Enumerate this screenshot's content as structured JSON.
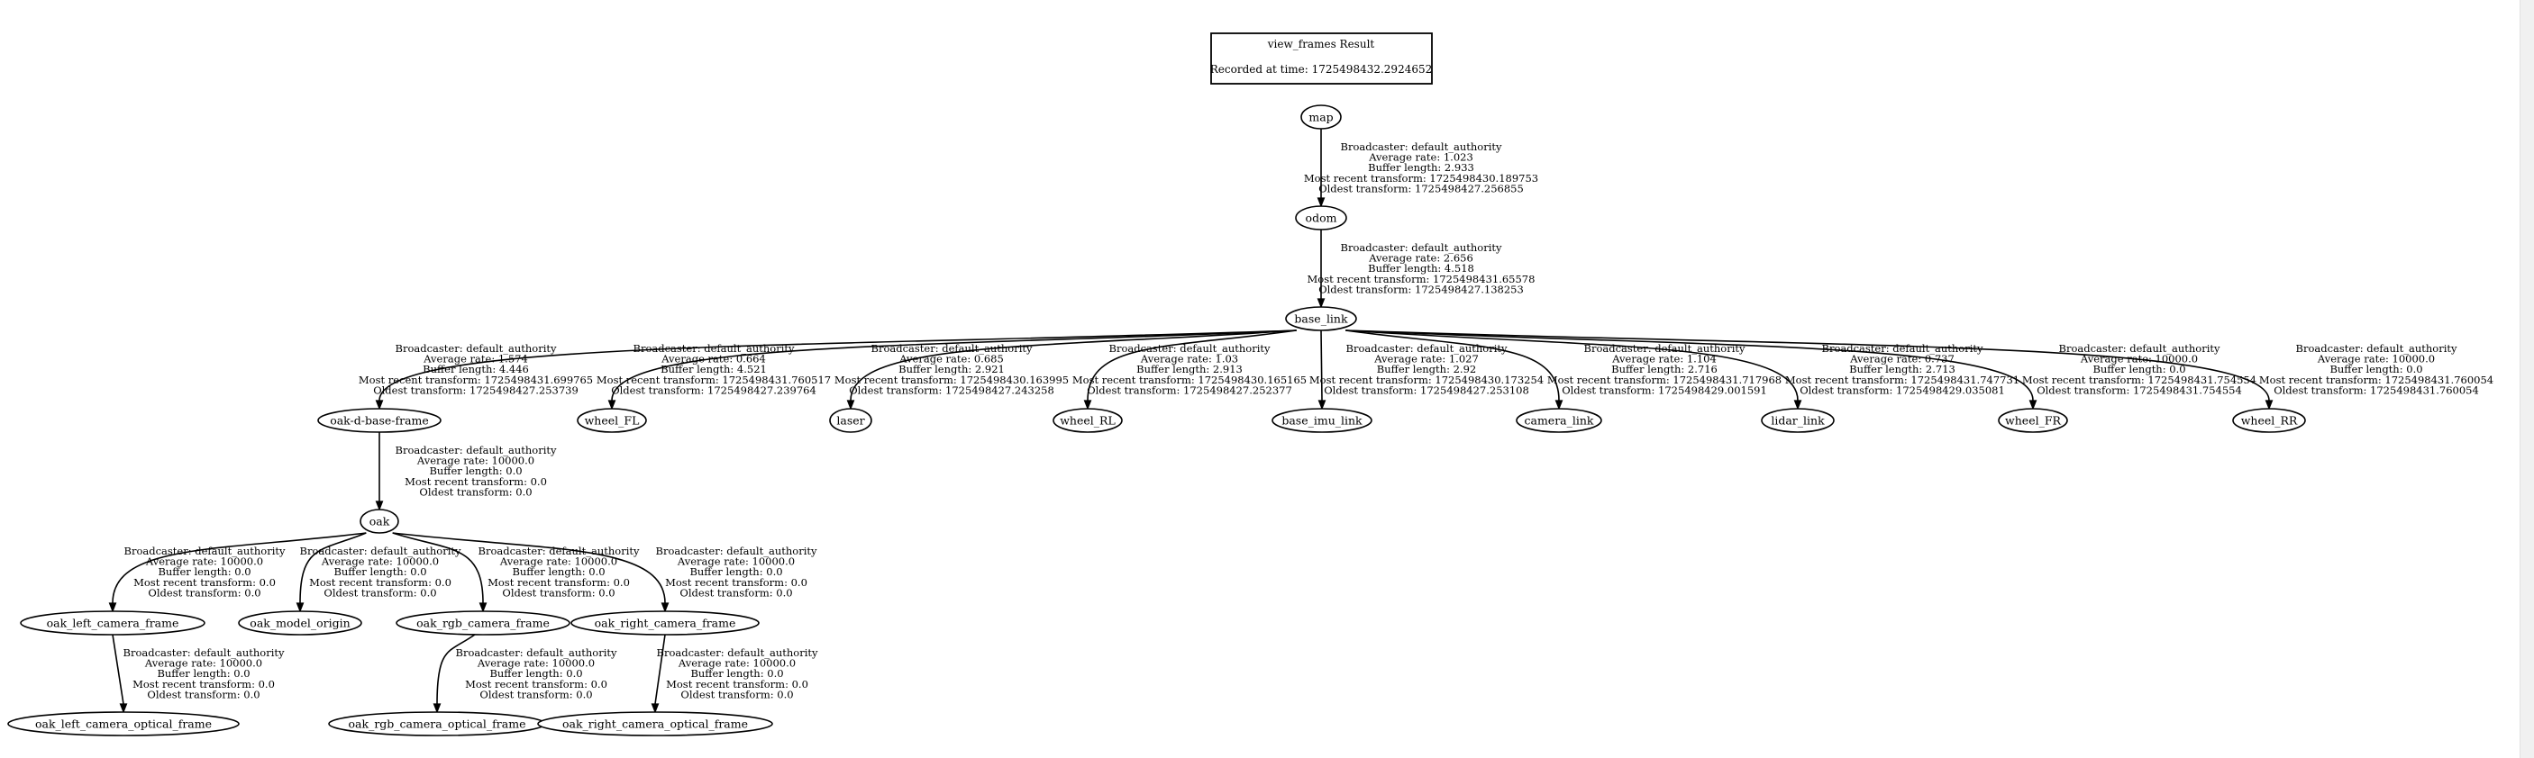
{
  "header": {
    "title": "view_frames Result",
    "recorded": "Recorded at time: 1725498432.2924652"
  },
  "frames": [
    {
      "id": "map",
      "label": "map"
    },
    {
      "id": "odom",
      "label": "odom"
    },
    {
      "id": "base_link",
      "label": "base_link"
    },
    {
      "id": "oak-d-base-frame",
      "label": "oak-d-base-frame"
    },
    {
      "id": "wheel_FL",
      "label": "wheel_FL"
    },
    {
      "id": "laser",
      "label": "laser"
    },
    {
      "id": "wheel_RL",
      "label": "wheel_RL"
    },
    {
      "id": "base_imu_link",
      "label": "base_imu_link"
    },
    {
      "id": "camera_link",
      "label": "camera_link"
    },
    {
      "id": "lidar_link",
      "label": "lidar_link"
    },
    {
      "id": "wheel_FR",
      "label": "wheel_FR"
    },
    {
      "id": "wheel_RR",
      "label": "wheel_RR"
    },
    {
      "id": "oak",
      "label": "oak"
    },
    {
      "id": "oak_left_camera_frame",
      "label": "oak_left_camera_frame"
    },
    {
      "id": "oak_model_origin",
      "label": "oak_model_origin"
    },
    {
      "id": "oak_rgb_camera_frame",
      "label": "oak_rgb_camera_frame"
    },
    {
      "id": "oak_right_camera_frame",
      "label": "oak_right_camera_frame"
    },
    {
      "id": "oak_left_camera_optical_frame",
      "label": "oak_left_camera_optical_frame"
    },
    {
      "id": "oak_rgb_camera_optical_frame",
      "label": "oak_rgb_camera_optical_frame"
    },
    {
      "id": "oak_right_camera_optical_frame",
      "label": "oak_right_camera_optical_frame"
    }
  ],
  "transforms": [
    {
      "from": "map",
      "to": "odom",
      "lines": [
        "Broadcaster: default_authority",
        "Average rate: 1.023",
        "Buffer length: 2.933",
        "Most recent transform: 1725498430.189753",
        "Oldest transform: 1725498427.256855"
      ]
    },
    {
      "from": "odom",
      "to": "base_link",
      "lines": [
        "Broadcaster: default_authority",
        "Average rate: 2.656",
        "Buffer length: 4.518",
        "Most recent transform: 1725498431.65578",
        "Oldest transform: 1725498427.138253"
      ]
    },
    {
      "from": "base_link",
      "to": "oak-d-base-frame",
      "lines": [
        "Broadcaster: default_authority",
        "Average rate: 1.574",
        "Buffer length: 4.446",
        "Most recent transform: 1725498431.699765",
        "Oldest transform: 1725498427.253739"
      ]
    },
    {
      "from": "base_link",
      "to": "wheel_FL",
      "lines": [
        "Broadcaster: default_authority",
        "Average rate: 0.664",
        "Buffer length: 4.521",
        "Most recent transform: 1725498431.760517",
        "Oldest transform: 1725498427.239764"
      ]
    },
    {
      "from": "base_link",
      "to": "laser",
      "lines": [
        "Broadcaster: default_authority",
        "Average rate: 0.685",
        "Buffer length: 2.921",
        "Most recent transform: 1725498430.163995",
        "Oldest transform: 1725498427.243258"
      ]
    },
    {
      "from": "base_link",
      "to": "wheel_RL",
      "lines": [
        "Broadcaster: default_authority",
        "Average rate: 1.03",
        "Buffer length: 2.913",
        "Most recent transform: 1725498430.165165",
        "Oldest transform: 1725498427.252377"
      ]
    },
    {
      "from": "base_link",
      "to": "base_imu_link",
      "lines": [
        "Broadcaster: default_authority",
        "Average rate: 1.027",
        "Buffer length: 2.92",
        "Most recent transform: 1725498430.173254",
        "Oldest transform: 1725498427.253108"
      ]
    },
    {
      "from": "base_link",
      "to": "camera_link",
      "lines": [
        "Broadcaster: default_authority",
        "Average rate: 1.104",
        "Buffer length: 2.716",
        "Most recent transform: 1725498431.717968",
        "Oldest transform: 1725498429.001591"
      ]
    },
    {
      "from": "base_link",
      "to": "lidar_link",
      "lines": [
        "Broadcaster: default_authority",
        "Average rate: 0.737",
        "Buffer length: 2.713",
        "Most recent transform: 1725498431.747731",
        "Oldest transform: 1725498429.035081"
      ]
    },
    {
      "from": "base_link",
      "to": "wheel_FR",
      "lines": [
        "Broadcaster: default_authority",
        "Average rate: 10000.0",
        "Buffer length: 0.0",
        "Most recent transform: 1725498431.754554",
        "Oldest transform: 1725498431.754554"
      ]
    },
    {
      "from": "base_link",
      "to": "wheel_RR",
      "lines": [
        "Broadcaster: default_authority",
        "Average rate: 10000.0",
        "Buffer length: 0.0",
        "Most recent transform: 1725498431.760054",
        "Oldest transform: 1725498431.760054"
      ]
    },
    {
      "from": "oak-d-base-frame",
      "to": "oak",
      "lines": [
        "Broadcaster: default_authority",
        "Average rate: 10000.0",
        "Buffer length: 0.0",
        "Most recent transform: 0.0",
        "Oldest transform: 0.0"
      ]
    },
    {
      "from": "oak",
      "to": "oak_left_camera_frame",
      "lines": [
        "Broadcaster: default_authority",
        "Average rate: 10000.0",
        "Buffer length: 0.0",
        "Most recent transform: 0.0",
        "Oldest transform: 0.0"
      ]
    },
    {
      "from": "oak",
      "to": "oak_model_origin",
      "lines": [
        "Broadcaster: default_authority",
        "Average rate: 10000.0",
        "Buffer length: 0.0",
        "Most recent transform: 0.0",
        "Oldest transform: 0.0"
      ]
    },
    {
      "from": "oak",
      "to": "oak_rgb_camera_frame",
      "lines": [
        "Broadcaster: default_authority",
        "Average rate: 10000.0",
        "Buffer length: 0.0",
        "Most recent transform: 0.0",
        "Oldest transform: 0.0"
      ]
    },
    {
      "from": "oak",
      "to": "oak_right_camera_frame",
      "lines": [
        "Broadcaster: default_authority",
        "Average rate: 10000.0",
        "Buffer length: 0.0",
        "Most recent transform: 0.0",
        "Oldest transform: 0.0"
      ]
    },
    {
      "from": "oak_left_camera_frame",
      "to": "oak_left_camera_optical_frame",
      "lines": [
        "Broadcaster: default_authority",
        "Average rate: 10000.0",
        "Buffer length: 0.0",
        "Most recent transform: 0.0",
        "Oldest transform: 0.0"
      ]
    },
    {
      "from": "oak_rgb_camera_frame",
      "to": "oak_rgb_camera_optical_frame",
      "lines": [
        "Broadcaster: default_authority",
        "Average rate: 10000.0",
        "Buffer length: 0.0",
        "Most recent transform: 0.0",
        "Oldest transform: 0.0"
      ]
    },
    {
      "from": "oak_right_camera_frame",
      "to": "oak_right_camera_optical_frame",
      "lines": [
        "Broadcaster: default_authority",
        "Average rate: 10000.0",
        "Buffer length: 0.0",
        "Most recent transform: 0.0",
        "Oldest transform: 0.0"
      ]
    }
  ]
}
